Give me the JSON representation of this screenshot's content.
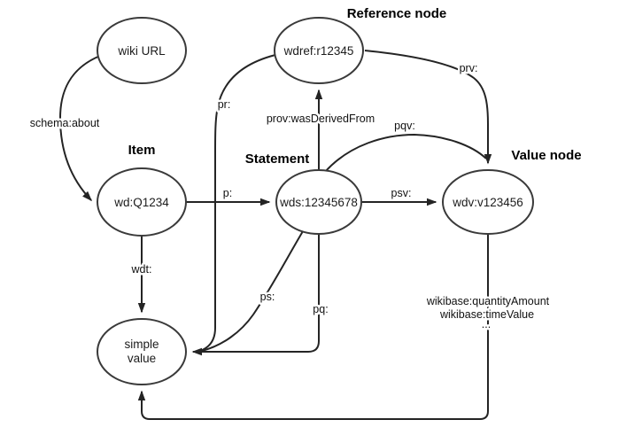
{
  "group_labels": {
    "reference_node": "Reference node",
    "item": "Item",
    "statement": "Statement",
    "value_node": "Value node"
  },
  "nodes": {
    "wiki_url": {
      "label": "wiki URL"
    },
    "wdref": {
      "label": "wdref:r12345"
    },
    "wd": {
      "label": "wd:Q1234"
    },
    "wds": {
      "label": "wds:12345678"
    },
    "wdv": {
      "label": "wdv:v123456"
    },
    "simple_value": {
      "label_line1": "simple",
      "label_line2": "value"
    }
  },
  "edges": {
    "schema_about": {
      "label": "schema:about",
      "from": "wiki_url",
      "to": "wd"
    },
    "p": {
      "label": "p:",
      "from": "wd",
      "to": "wds"
    },
    "wdt": {
      "label": "wdt:",
      "from": "wd",
      "to": "simple_value"
    },
    "prov_was_derived_from": {
      "label": "prov:wasDerivedFrom",
      "from": "wds",
      "to": "wdref"
    },
    "pr": {
      "label": "pr:",
      "from": "wdref",
      "to": "simple_value"
    },
    "prv": {
      "label": "prv:",
      "from": "wdref",
      "to": "wdv"
    },
    "pqv": {
      "label": "pqv:",
      "from": "wds",
      "to": "wdv"
    },
    "psv": {
      "label": "psv:",
      "from": "wds",
      "to": "wdv"
    },
    "ps": {
      "label": "ps:",
      "from": "wds",
      "to": "simple_value"
    },
    "pq": {
      "label": "pq:",
      "from": "wds",
      "to": "simple_value"
    },
    "wikibase_value_props": {
      "label_line1": "wikibase:quantityAmount",
      "label_line2": "wikibase:timeValue",
      "label_line3": "...",
      "from": "wdv",
      "to": "simple_value"
    }
  },
  "colors": {
    "background": "#ffffff",
    "node_fill": "#ffffff",
    "node_stroke": "#3a3a3a",
    "edge_stroke": "#242424",
    "text": "#111111"
  }
}
